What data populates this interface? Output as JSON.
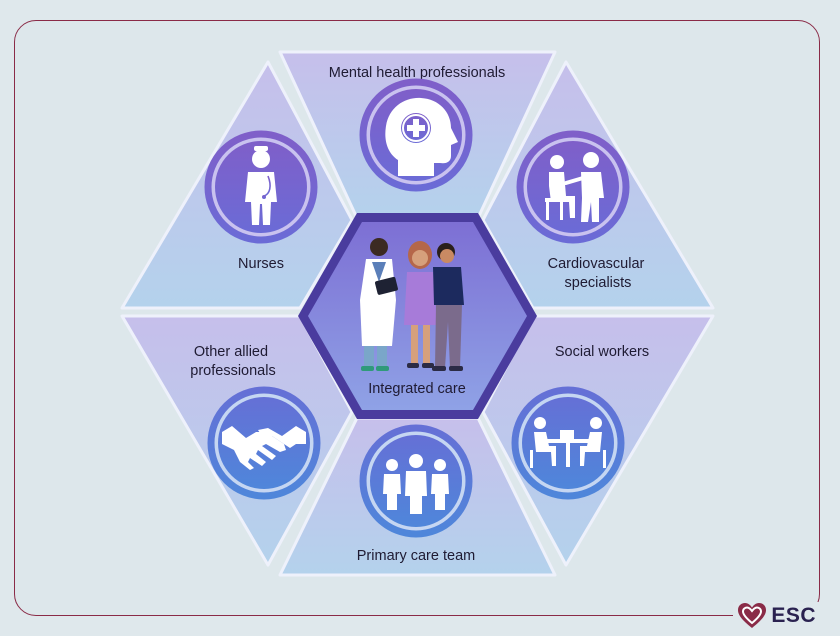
{
  "center": {
    "label": "Integrated care"
  },
  "segments": [
    {
      "label": "Mental health professionals",
      "icon": "head-medical-cross-icon"
    },
    {
      "label": "Cardiovascular specialists",
      "icon": "doctor-patient-icon"
    },
    {
      "label": "Social workers",
      "icon": "desk-meeting-icon"
    },
    {
      "label": "Primary care team",
      "icon": "care-team-icon"
    },
    {
      "label": "Other allied professionals",
      "icon": "handshake-icon"
    },
    {
      "label": "Nurses",
      "icon": "nurse-icon"
    }
  ],
  "logo": {
    "text": "ESC",
    "icon": "heart-logo-icon"
  },
  "colors": {
    "frame_border": "#8a2b47",
    "segment_top": "#c3bde9",
    "segment_bottom": "#b5d0ea",
    "icon_ring": "#7b63cc",
    "icon_fill": "#6d5ac4",
    "center_fill": "#7f77d4",
    "center_border": "#4b3c9e",
    "logo": "#8a2b47"
  }
}
